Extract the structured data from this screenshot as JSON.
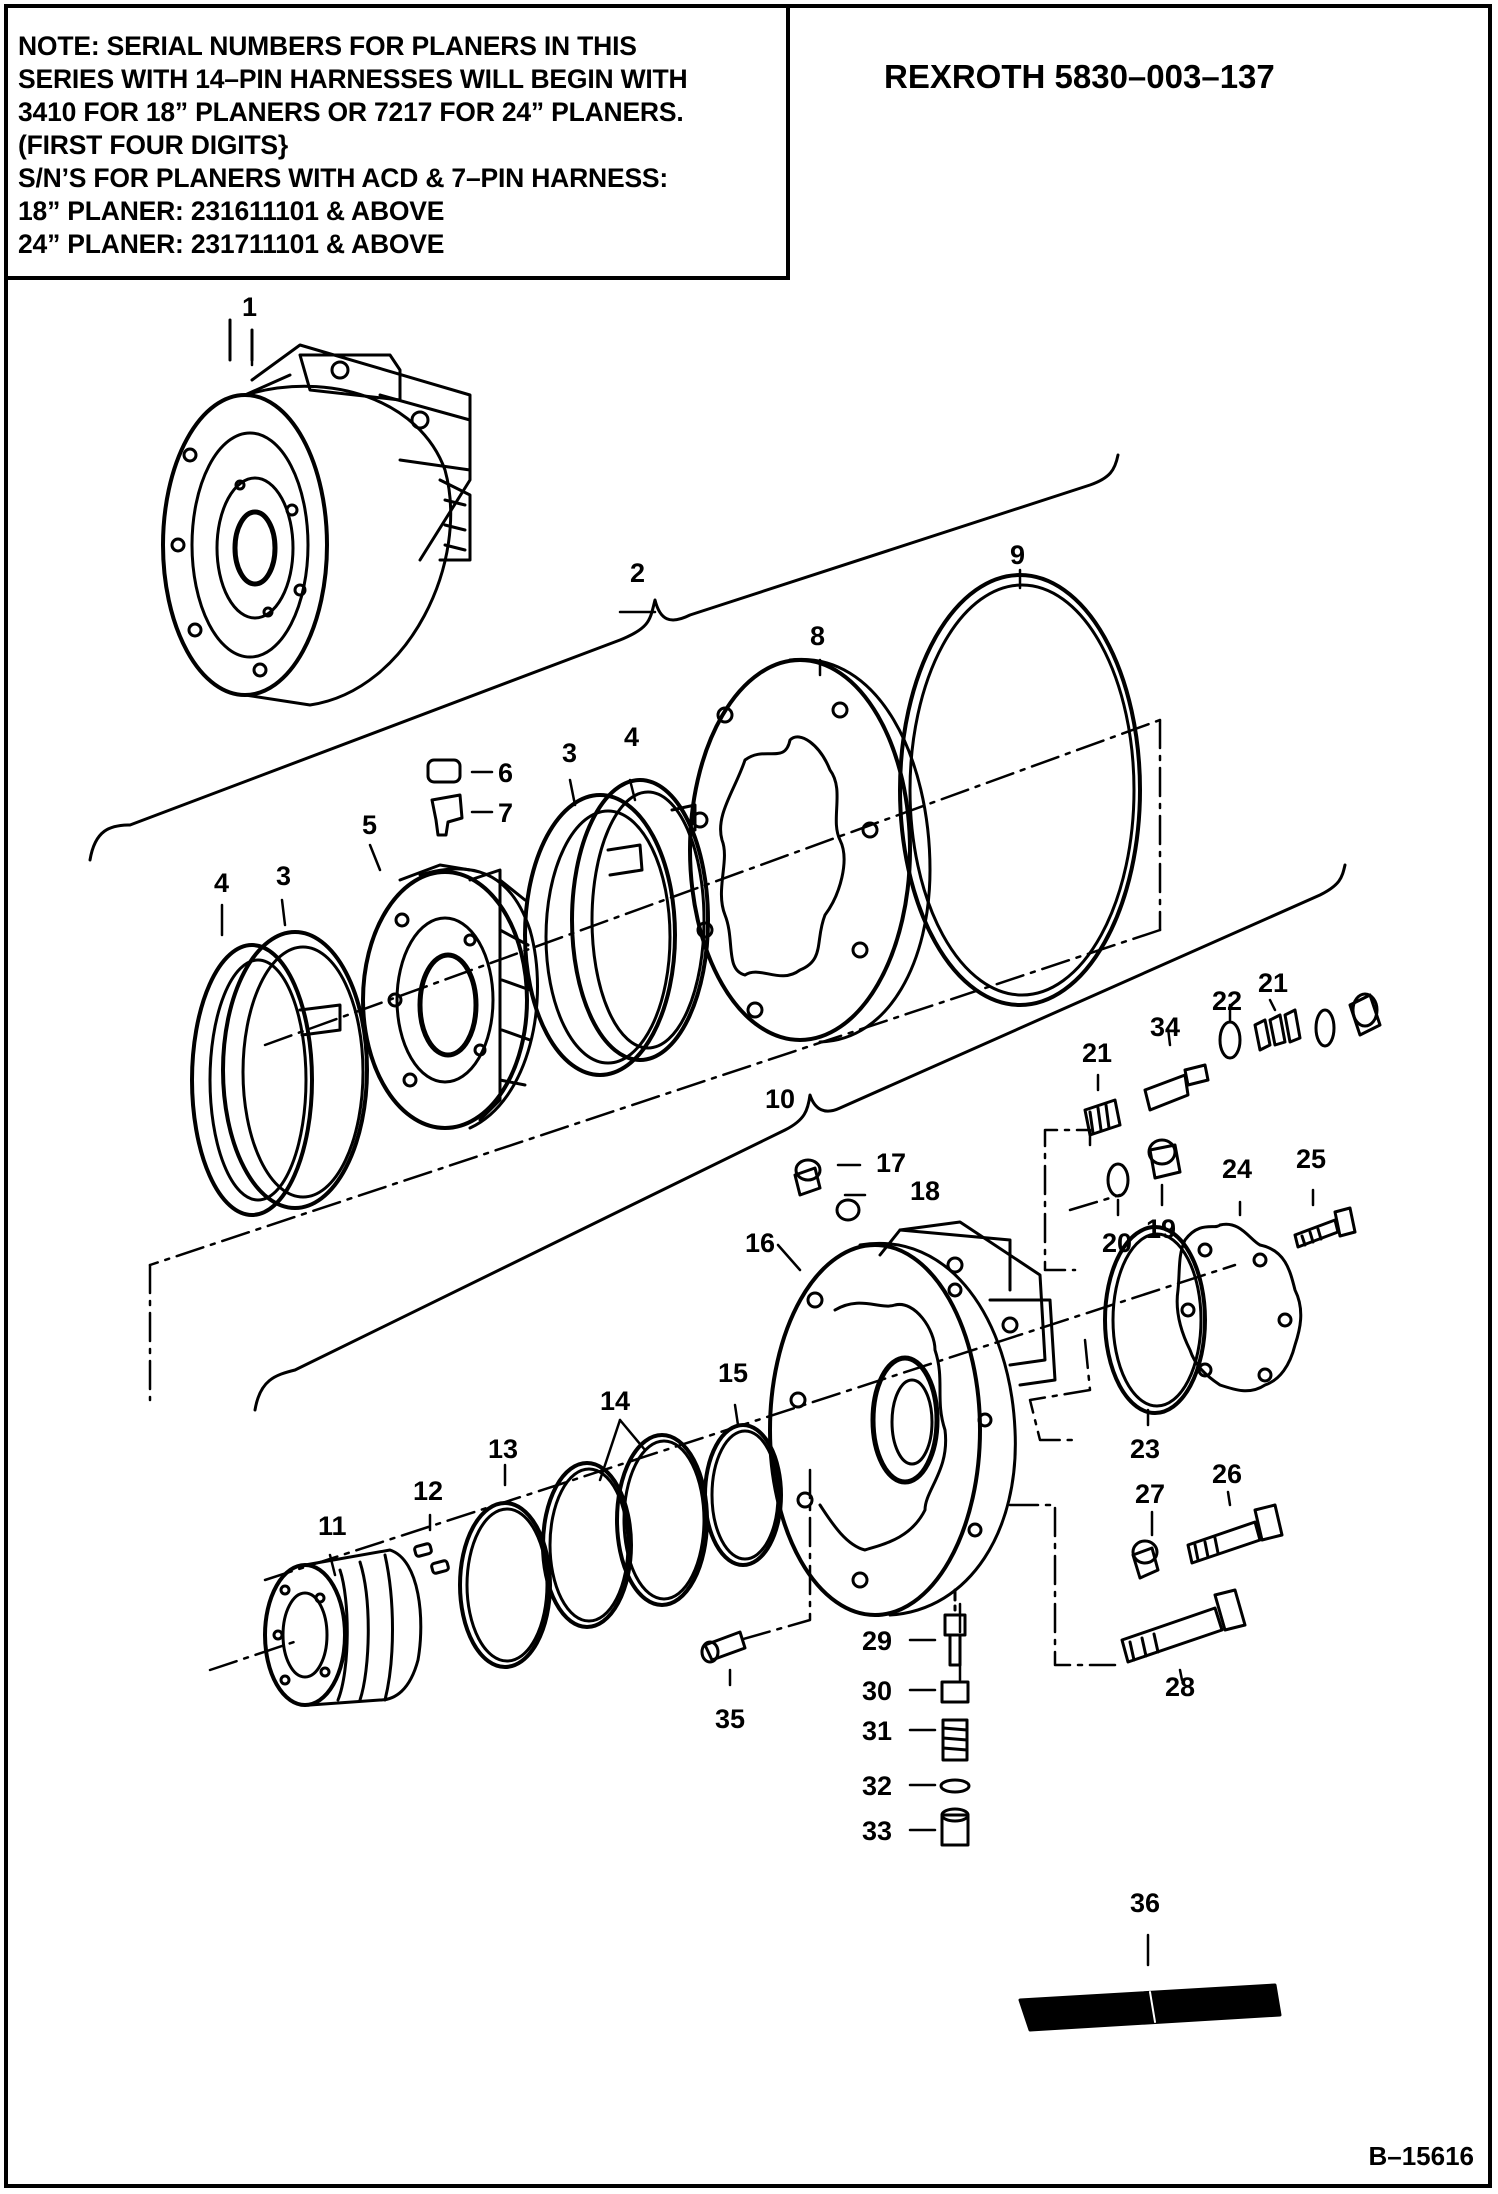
{
  "note": {
    "lines": [
      "NOTE: SERIAL NUMBERS FOR PLANERS IN THIS",
      "SERIES WITH 14–PIN HARNESSES WILL BEGIN WITH",
      "3410 FOR 18” PLANERS OR 7217 FOR 24” PLANERS.",
      "(FIRST FOUR DIGITS}",
      "S/N’S FOR PLANERS WITH ACD & 7–PIN HARNESS:",
      "18” PLANER:  231611101 & ABOVE",
      "24” PLANER:  231711101 & ABOVE"
    ]
  },
  "title": "REXROTH 5830–003–137",
  "drawing_number": "B–15616",
  "callouts": [
    "1",
    "2",
    "3",
    "3",
    "4",
    "4",
    "5",
    "6",
    "7",
    "8",
    "9",
    "10",
    "11",
    "12",
    "13",
    "14",
    "15",
    "16",
    "17",
    "18",
    "19",
    "20",
    "21",
    "21",
    "22",
    "23",
    "24",
    "25",
    "26",
    "27",
    "28",
    "29",
    "30",
    "31",
    "32",
    "33",
    "34",
    "35",
    "36"
  ],
  "colors": {
    "ink": "#000000",
    "paper": "#ffffff"
  }
}
